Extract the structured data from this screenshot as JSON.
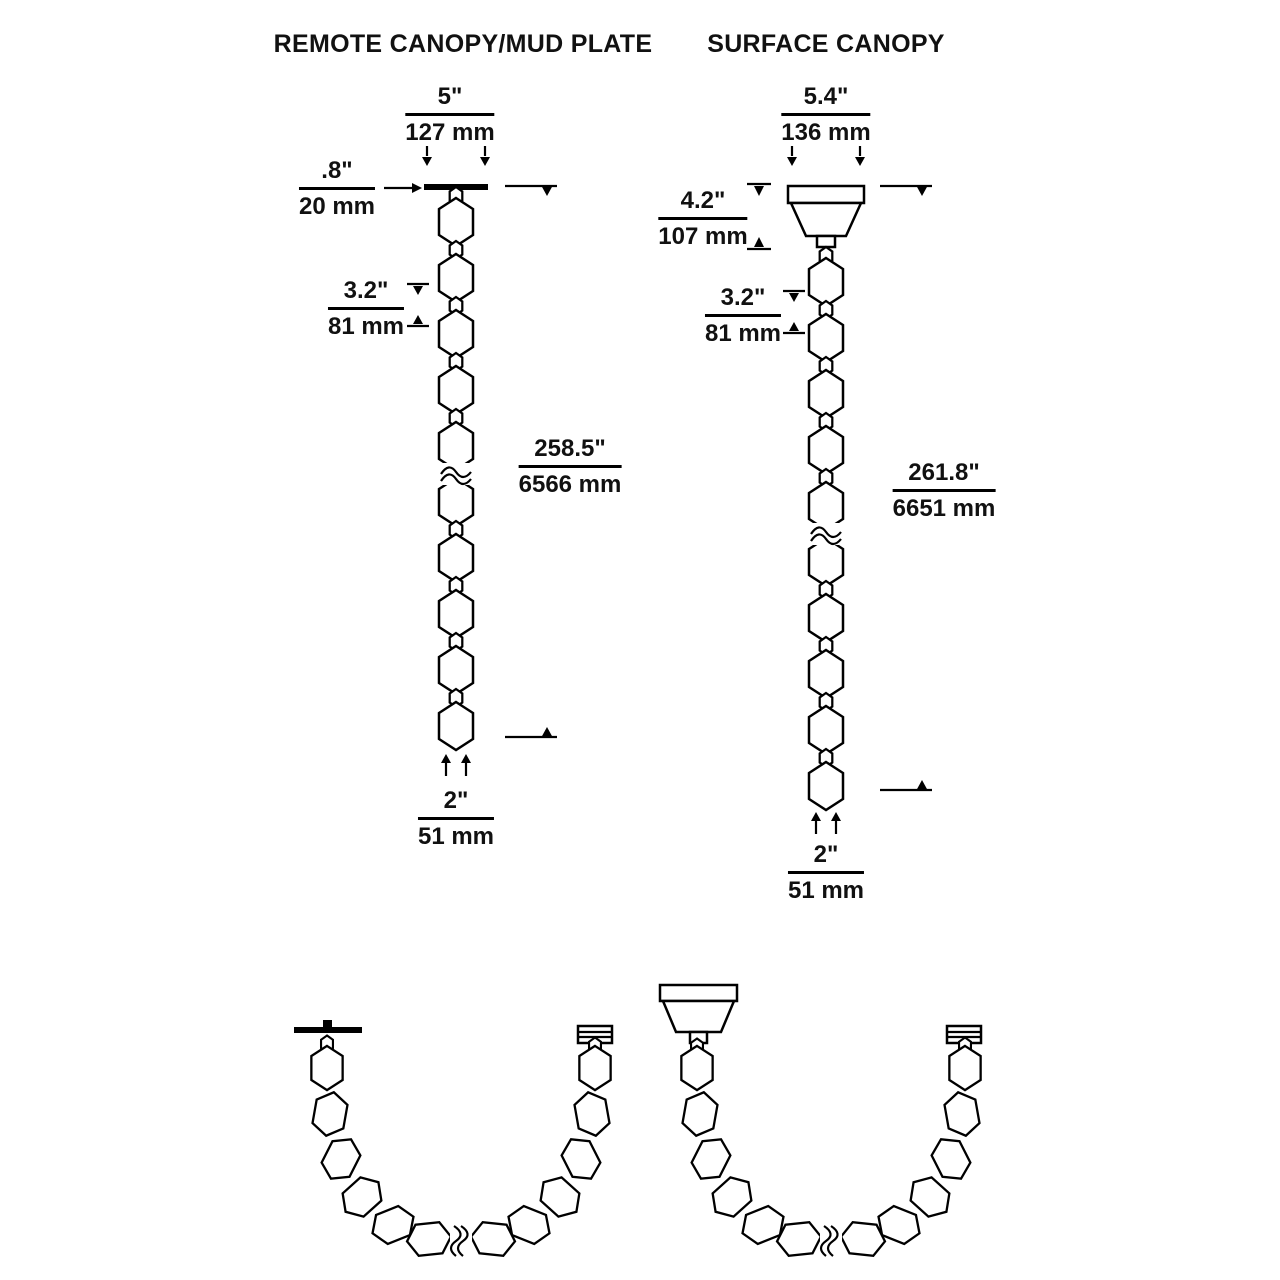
{
  "remote": {
    "title": "REMOTE CANOPY/MUD PLATE",
    "dims": {
      "top_width": {
        "in": "5\"",
        "mm": "127 mm"
      },
      "canopy_height": {
        "in": ".8\"",
        "mm": "20 mm"
      },
      "link_height": {
        "in": "3.2\"",
        "mm": "81 mm"
      },
      "overall_length": {
        "in": "258.5\"",
        "mm": "6566 mm"
      },
      "bottom_width": {
        "in": "2\"",
        "mm": "51 mm"
      }
    }
  },
  "surface": {
    "title": "SURFACE CANOPY",
    "dims": {
      "top_width": {
        "in": "5.4\"",
        "mm": "136 mm"
      },
      "canopy_height": {
        "in": "4.2\"",
        "mm": "107 mm"
      },
      "link_height": {
        "in": "3.2\"",
        "mm": "81 mm"
      },
      "overall_length": {
        "in": "261.8\"",
        "mm": "6651 mm"
      },
      "bottom_width": {
        "in": "2\"",
        "mm": "51 mm"
      }
    }
  }
}
